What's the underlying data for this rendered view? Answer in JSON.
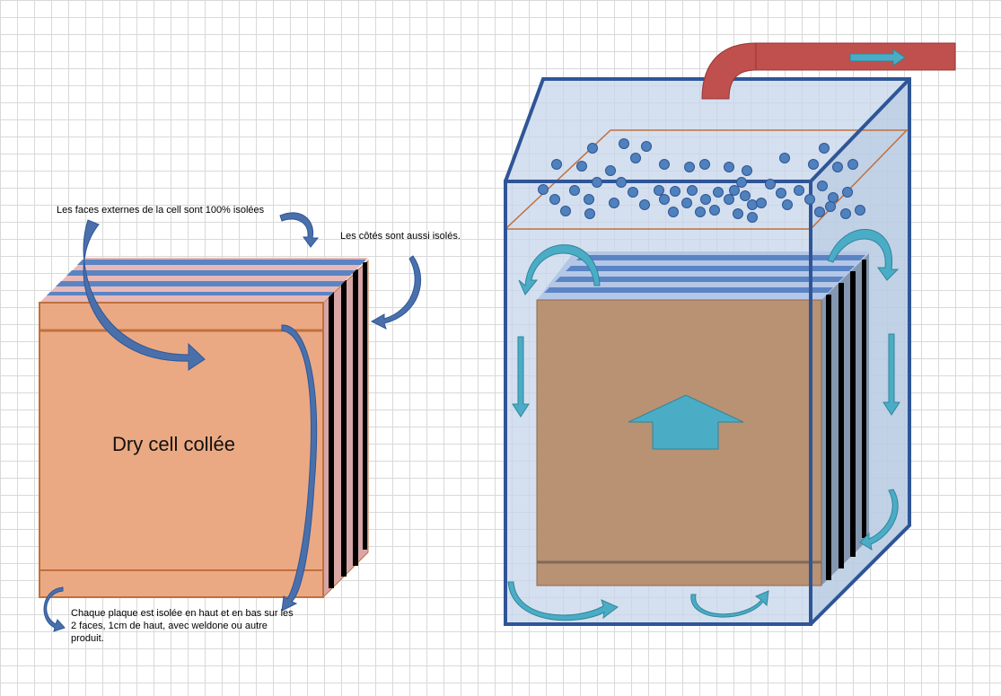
{
  "labels": {
    "faces_externes": "Les faces externes de la cell sont 100% isolées",
    "cotes": "Les côtés sont aussi isolés.",
    "chaque_plaque": "Chaque plaque est isolée en haut et en bas sur les 2 faces, 1cm de haut, avec weldone ou autre produit.",
    "dry_cell": "Dry cell collée"
  },
  "colors": {
    "cell_front": "#EBA983",
    "cell_edge": "#C0703D",
    "plate_blue": "#5B84C4",
    "plate_pink": "#E6B8B8",
    "tank_fill": "#C5D5EA",
    "tank_edge": "#2F5597",
    "inner_cell": "#B89272",
    "flow_arrow": "#4BACC6",
    "pipe": "#C0504D",
    "bubble": "#4F81BD"
  }
}
